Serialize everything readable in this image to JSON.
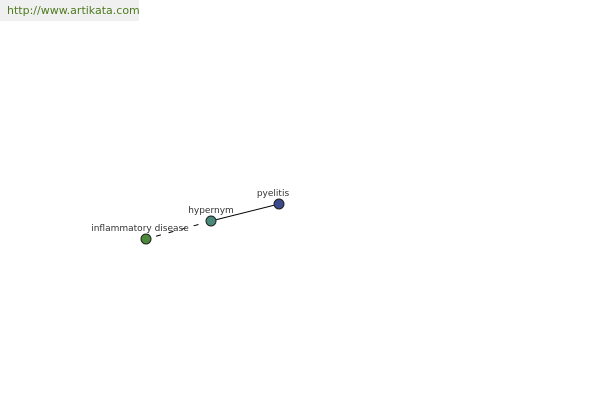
{
  "watermark": {
    "url": "http://www.artikata.com"
  },
  "graph": {
    "nodes": [
      {
        "id": "pyelitis",
        "label": "pyelitis",
        "color": "#3a4a8c"
      },
      {
        "id": "hypernym",
        "label": "hypernym",
        "color": "#4a8a7a"
      },
      {
        "id": "inflammatory-disease",
        "label": "inflammatory disease",
        "color": "#4a8a3a"
      }
    ],
    "edges": [
      {
        "from": "pyelitis",
        "to": "hypernym",
        "style": "solid"
      },
      {
        "from": "hypernym",
        "to": "inflammatory-disease",
        "style": "dashed"
      }
    ]
  }
}
